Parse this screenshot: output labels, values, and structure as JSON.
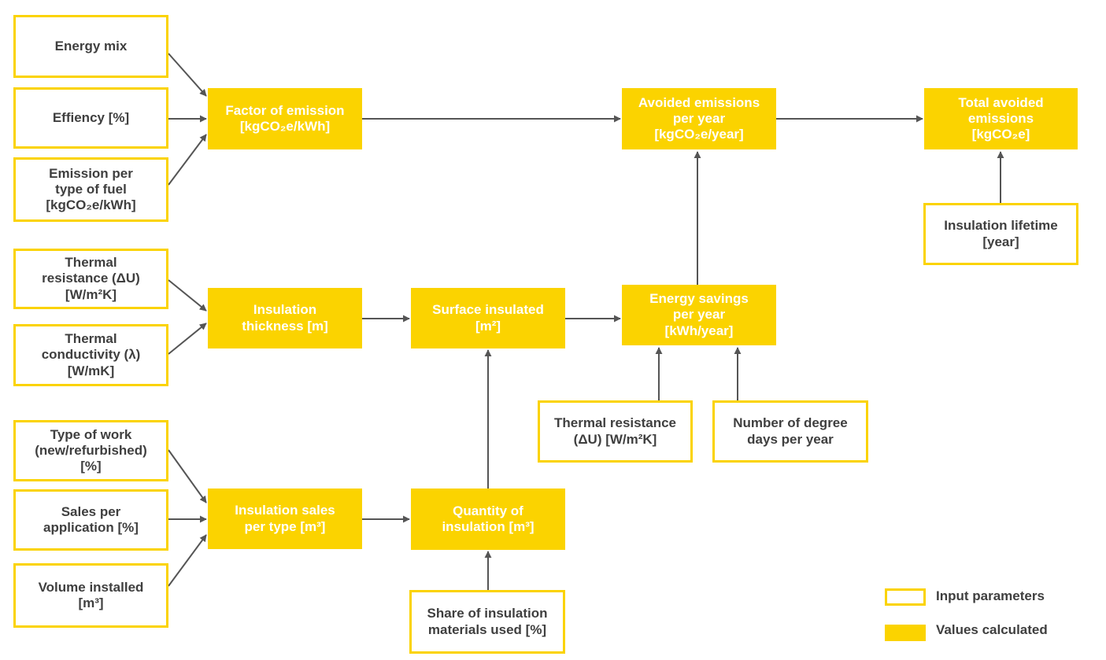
{
  "colors": {
    "accent": "#fbd300",
    "text": "#3f3f3f",
    "arrow": "#555555"
  },
  "inputs": {
    "energy_mix": "Energy mix",
    "efficiency": "Effiency [%]",
    "emission_per_fuel": "Emission per\ntype of fuel\n[kgCO₂e/kWh]",
    "thermal_resistance_a": "Thermal\nresistance (ΔU)\n[W/m²K]",
    "thermal_conductivity": "Thermal\nconductivity (λ)\n[W/mK]",
    "type_of_work": "Type of work\n(new/refurbished)\n[%]",
    "sales_per_application": "Sales per\napplication [%]",
    "volume_installed": "Volume installed\n[m³]",
    "share_of_materials": "Share of insulation\nmaterials used [%]",
    "thermal_resistance_b": "Thermal resistance\n(ΔU) [W/m²K]",
    "degree_days": "Number of degree\ndays per year",
    "insulation_lifetime": "Insulation lifetime\n[year]"
  },
  "calculated": {
    "factor_of_emission": "Factor of emission\n[kgCO₂e/kWh]",
    "insulation_thickness": "Insulation\nthickness [m]",
    "surface_insulated": "Surface insulated\n[m²]",
    "energy_savings": "Energy savings\nper year\n[kWh/year]",
    "avoided_emissions": "Avoided emissions\nper year\n[kgCO₂e/year]",
    "total_avoided": "Total avoided\nemissions\n[kgCO₂e]",
    "insulation_sales": "Insulation sales\nper type [m³]",
    "quantity_of_insulation": "Quantity of\ninsulation [m³]"
  },
  "legend": {
    "input_label": "Input parameters",
    "calc_label": "Values calculated"
  }
}
